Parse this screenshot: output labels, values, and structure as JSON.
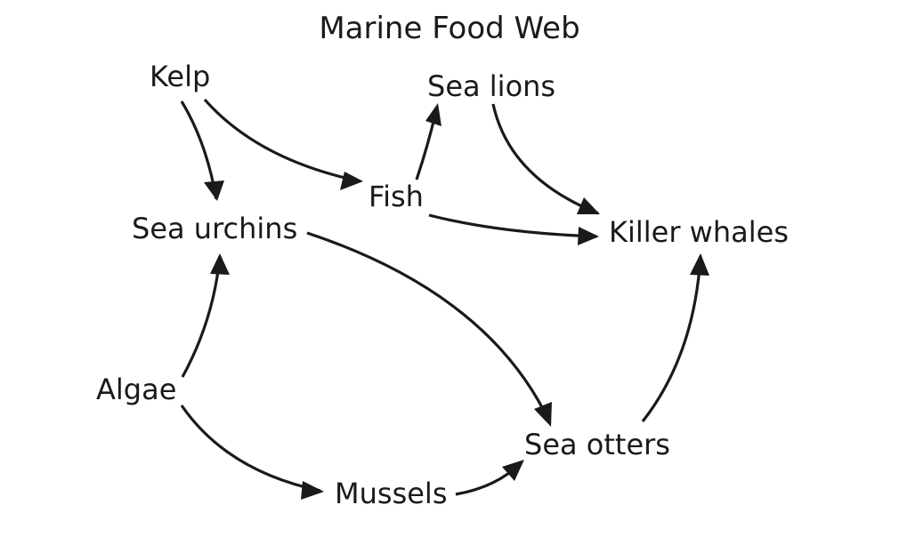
{
  "title": "Marine Food Web",
  "nodes": {
    "kelp": "Kelp",
    "sea_lions": "Sea lions",
    "fish": "Fish",
    "sea_urchins": "Sea urchins",
    "killer_whales": "Killer whales",
    "algae": "Algae",
    "sea_otters": "Sea otters",
    "mussels": "Mussels"
  },
  "edges": [
    {
      "from": "Kelp",
      "to": "Sea urchins"
    },
    {
      "from": "Kelp",
      "to": "Fish"
    },
    {
      "from": "Fish",
      "to": "Sea lions"
    },
    {
      "from": "Sea lions",
      "to": "Killer whales"
    },
    {
      "from": "Fish",
      "to": "Killer whales"
    },
    {
      "from": "Sea urchins",
      "to": "Sea otters"
    },
    {
      "from": "Algae",
      "to": "Sea urchins"
    },
    {
      "from": "Algae",
      "to": "Mussels"
    },
    {
      "from": "Mussels",
      "to": "Sea otters"
    },
    {
      "from": "Sea otters",
      "to": "Killer whales"
    }
  ]
}
